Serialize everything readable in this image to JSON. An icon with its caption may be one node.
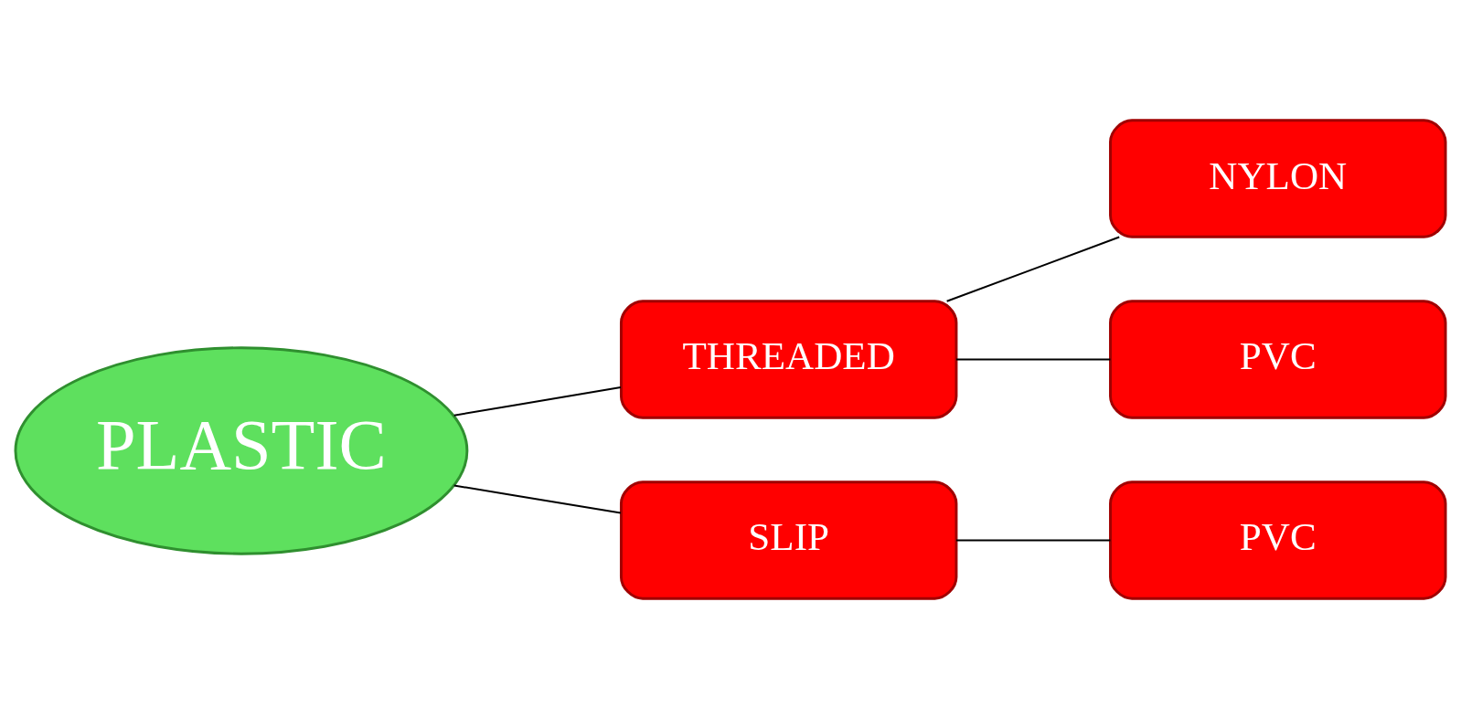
{
  "diagram": {
    "nodes": [
      {
        "text": [
          "PLASTIC"
        ]
      },
      {
        "text": [
          "THREADED"
        ]
      },
      {
        "text": [
          "NYLON"
        ]
      },
      {
        "text": [
          "PVC"
        ]
      },
      {
        "text": [
          "SLIP"
        ]
      },
      {
        "text": [
          "PVC"
        ]
      }
    ],
    "edges": [
      {
        "from": 0,
        "to": 1,
        "arrow": "none"
      },
      {
        "from": 0,
        "to": 4,
        "arrow": "none"
      },
      {
        "from": 1,
        "to": 2,
        "arrow": "none"
      },
      {
        "from": 1,
        "to": 3,
        "arrow": "none"
      },
      {
        "from": 4,
        "to": 5,
        "arrow": "none"
      }
    ]
  }
}
